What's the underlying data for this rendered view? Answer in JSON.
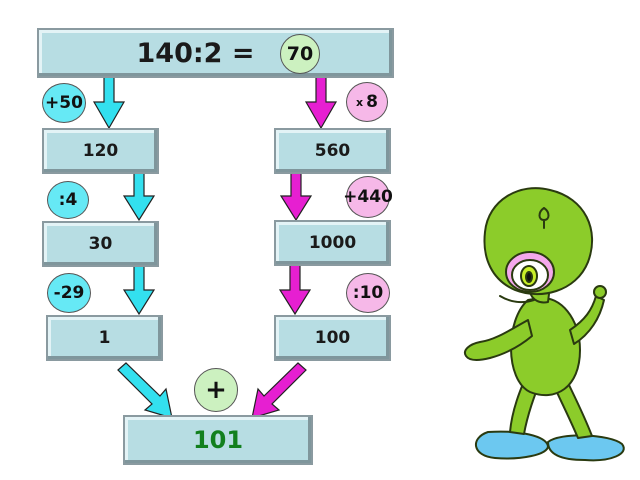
{
  "header": {
    "expression": "140:2 =",
    "result": "70"
  },
  "left": {
    "op1": "+50",
    "v1": "120",
    "op2": ":4",
    "v2": "30",
    "op3": "-29",
    "v3": "1"
  },
  "right": {
    "op1_x": "x",
    "op1_num": "8",
    "v1": "560",
    "op2": "+440",
    "v2": "1000",
    "op3": ":10",
    "v3": "100"
  },
  "bottom": {
    "op": "+",
    "total": "101"
  },
  "colors": {
    "box": "#b7dde3",
    "cyan": "#66e9f5",
    "magenta": "#e61fd1",
    "pink": "#f6b8e8",
    "total_text": "#12801e"
  }
}
